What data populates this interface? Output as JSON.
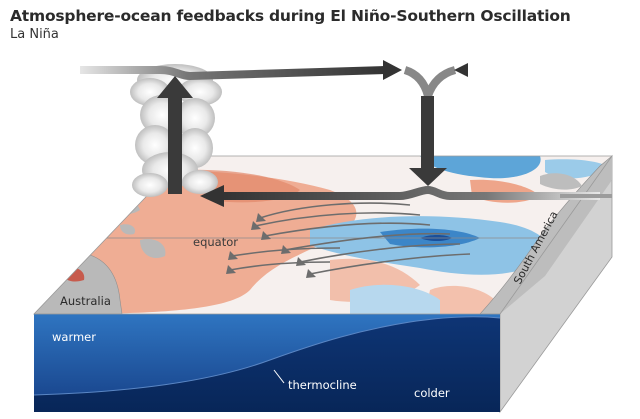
{
  "header": {
    "title": "Atmosphere-ocean feedbacks during El Niño-Southern Oscillation",
    "subtitle": "La Niña"
  },
  "labels": {
    "equator": "equator",
    "australia": "Australia",
    "south_america": "South America",
    "warmer": "warmer",
    "thermocline": "thermocline",
    "colder": "colder"
  },
  "colors": {
    "warm_anomaly": "#eea58a",
    "cool_anomaly": "#8ec3e6",
    "deep_water": "#0c2f6a",
    "upper_water": "#1c5fa8",
    "circulation_arrow": "#3a3a3a",
    "land": "#b9b9b9"
  }
}
